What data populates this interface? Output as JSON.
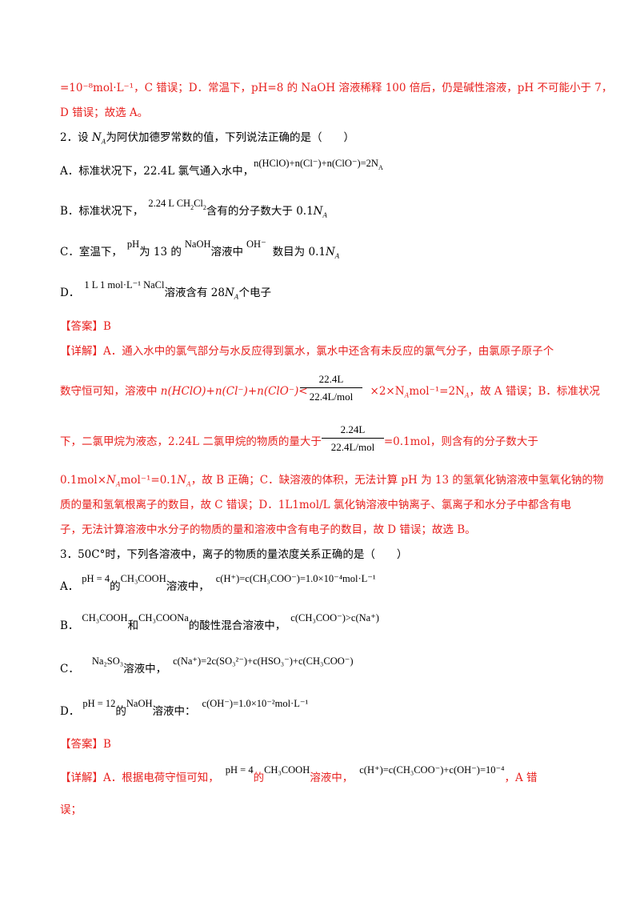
{
  "lines": {
    "l01": "=10⁻⁸mol·L⁻¹，C 错误；D．常温下，pH=8 的 NaOH 溶液稀释 100 倍后，仍是碱性溶液，pH 不可能小于 7，",
    "l02": "D 错误；故选 A。",
    "q2_stem_a": "2．设 ",
    "q2_stem_na": "N",
    "q2_stem_b": "为阿伏加德罗常数的值，下列说法正确的是（　　）",
    "q2_a_text": "A．标准状况下，22.4L 氯气通入水中，",
    "q2_a_math": "n(HClO)+n(Cl⁻)+n(ClO⁻)=2N",
    "q2_b_text": "B．标准状况下，",
    "q2_b_math": "2.24 L  CH",
    "q2_b_tail": "含有的分子数大于 0.1",
    "q2_c_text": "C．室温下，",
    "q2_c_ph": "pH",
    "q2_c_mid": "为 13 的",
    "q2_c_naoh": "NaOH",
    "q2_c_mid2": "溶液中",
    "q2_c_oh": "OH⁻",
    "q2_c_tail": "数目为 0.1",
    "q2_d_label": "D．",
    "q2_d_math": "1 L 1 mol·L⁻¹ NaCl",
    "q2_d_tail": "溶液含有 28",
    "q2_d_tail2": "个电子",
    "ans1": "【答案】B",
    "exp1_l1": "【详解】A．通入水中的氯气部分与水反应得到氯水，氯水中还含有未反应的氯气分子，由氯原子原子个",
    "exp1_l2a": "数守恒可知，溶液中 ",
    "exp1_l2b": "n(HClO)+n(Cl⁻)+n(ClO⁻)<",
    "exp1_l2c": "×2×N",
    "exp1_l2d": "mol⁻¹=2N",
    "exp1_l2e": "，故 A 错误；B．标准状况",
    "frac1_num": "22.4L",
    "frac1_den": "22.4L/mol",
    "exp1_l3a": "下，二氯甲烷为液态，2.24L 二氯甲烷的物质的量大于",
    "exp1_l3b": "=0.1mol，则含有的分子数大于",
    "frac2_num": "2.24L",
    "frac2_den": "22.4L/mol",
    "exp1_l4a": "0.1mol×",
    "exp1_l4b": "mol⁻¹=0.1",
    "exp1_l4c": "，故 B 正确；C．缺溶液的体积，无法计算 pH 为 13 的氢氧化钠溶液中氢氧化钠的物",
    "exp1_l5": "质的量和氢氧根离子的数目，故 C 错误；D．1L1mol/L 氯化钠溶液中钠离子、氯离子和水分子中都含有电",
    "exp1_l6": "子，无法计算溶液中水分子的物质的量和溶液中含有电子的数目，故 D 错误；故选 B。",
    "q3_stem": "3．50C°时，下列各溶液中，离子的物质的量浓度关系正确的是（　　）",
    "q3_a_label": "A．",
    "q3_a_ph": "pH = 4",
    "q3_a_de": "的",
    "q3_a_acid": "CH₃COOH",
    "q3_a_sol": "溶液中，",
    "q3_a_eq": "c(H⁺)=c(CH₃COO⁻)=1.0×10⁻⁴mol·L⁻¹",
    "q3_b_label": "B．",
    "q3_b_acid": "CH₃COOH",
    "q3_b_he": "和",
    "q3_b_salt": "CH₃COONa",
    "q3_b_mid": "的酸性混合溶液中，",
    "q3_b_eq": "c(CH₃COO⁻)>c(Na⁺)",
    "q3_c_label": "C．",
    "q3_c_salt": "Na₂SO₃",
    "q3_c_sol": "溶液中，",
    "q3_c_eq": "c(Na⁺)=2c(SO₃²⁻)+c(HSO₃⁻)+c(CH₃COO⁻)",
    "q3_d_label": "D．",
    "q3_d_ph": "pH = 12",
    "q3_d_de": "的",
    "q3_d_base": "NaOH",
    "q3_d_sol": "溶液中：",
    "q3_d_eq": "c(OH⁻)=1.0×10⁻²mol·L⁻¹",
    "ans2": "【答案】B",
    "exp2_l1a": "【详解】A．根据电荷守恒可知，",
    "exp2_l1b": "pH = 4",
    "exp2_l1c": "的",
    "exp2_l1d": "CH₃COOH",
    "exp2_l1e": "溶液中，",
    "exp2_l1f": "c(H⁺)=c(CH₃COO⁻)+c(OH⁻)=10⁻⁴",
    "exp2_l1g": "，A 错",
    "exp2_l2": "误；",
    "na_sub": "A"
  }
}
